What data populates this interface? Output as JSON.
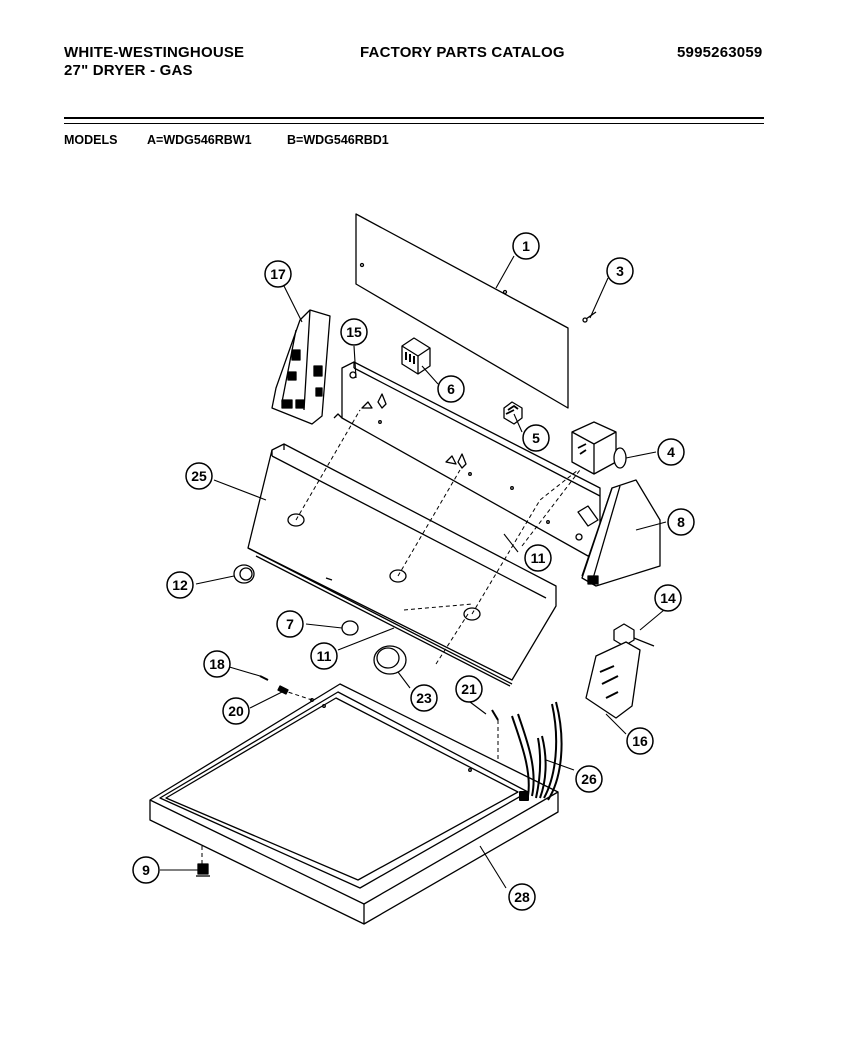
{
  "header": {
    "brand": "WHITE-WESTINGHOUSE",
    "product": "27\" DRYER - GAS",
    "catalog_title": "FACTORY PARTS CATALOG",
    "catalog_number": "5995263059"
  },
  "models": {
    "label": "MODELS",
    "model_a": "A=WDG546RBW1",
    "model_b": "B=WDG546RBD1"
  },
  "callouts": {
    "c1": "1",
    "c3": "3",
    "c4": "4",
    "c5": "5",
    "c6": "6",
    "c7": "7",
    "c8": "8",
    "c9": "9",
    "c11a": "11",
    "c11b": "11",
    "c12": "12",
    "c14": "14",
    "c15": "15",
    "c16": "16",
    "c17": "17",
    "c18": "18",
    "c20": "20",
    "c21": "21",
    "c23": "23",
    "c25": "25",
    "c26": "26",
    "c28": "28"
  }
}
